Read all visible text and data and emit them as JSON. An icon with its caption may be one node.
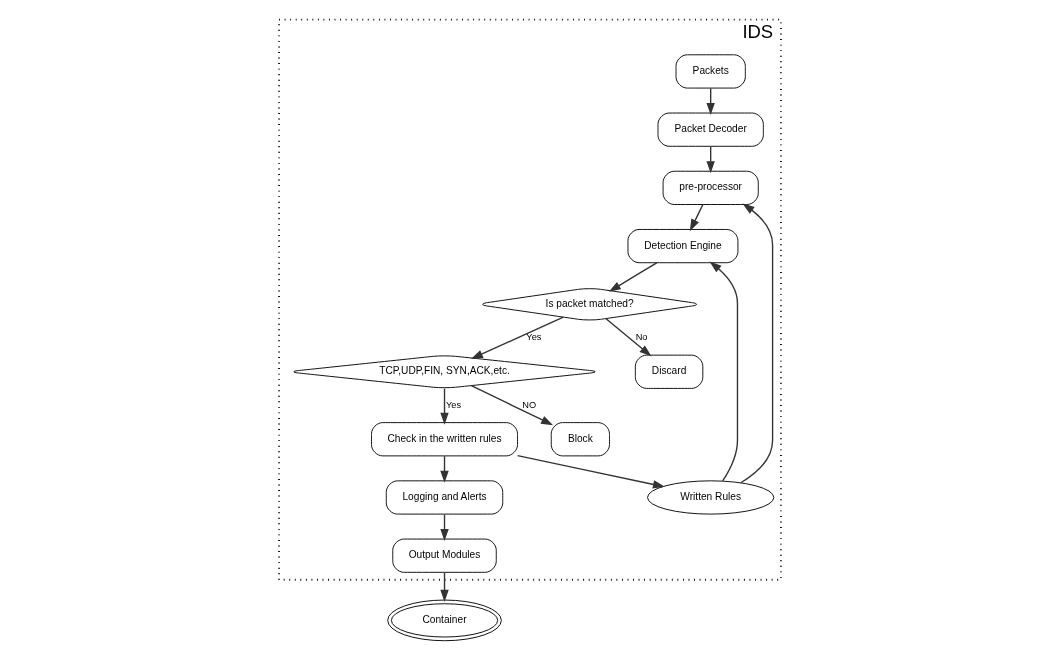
{
  "diagram": {
    "nodes": [
      {
        "text": [
          "IDS"
        ]
      },
      {
        "text": [
          "Packets"
        ],
        "in": 0
      },
      {
        "text": [
          "Packet Decoder"
        ],
        "in": 0
      },
      {
        "text": [
          "pre-processor"
        ],
        "in": 0
      },
      {
        "text": [
          "Detection Engine"
        ],
        "in": 0
      },
      {
        "text": [
          "Written Rules"
        ],
        "in": 0
      },
      {
        "text": [
          "Is packet matched?"
        ],
        "in": 0
      },
      {
        "text": [
          "Discard"
        ],
        "in": 0
      },
      {
        "text": [
          "TCP,UDP,FIN, SYN,ACK,etc."
        ],
        "in": 0
      },
      {
        "text": [
          "Block"
        ],
        "in": 0
      },
      {
        "text": [
          "Check in the written rules"
        ],
        "in": 0
      },
      {
        "text": [
          "Logging and Alerts"
        ],
        "in": 0
      },
      {
        "text": [
          "Output Modules"
        ],
        "in": 0
      },
      {
        "text": [
          "Container"
        ]
      }
    ],
    "edges": [
      {
        "from": 1,
        "to": 2,
        "arrow": "to"
      },
      {
        "from": 2,
        "to": 3,
        "arrow": "to"
      },
      {
        "from": 3,
        "to": 4,
        "arrow": "to"
      },
      {
        "from": 5,
        "to": 3,
        "arrow": "to"
      },
      {
        "from": 5,
        "to": 4,
        "arrow": "to"
      },
      {
        "from": 4,
        "to": 6,
        "arrow": "to"
      },
      {
        "from": 6,
        "to": 7,
        "arrow": "to",
        "label": "No"
      },
      {
        "from": 6,
        "to": 8,
        "arrow": "to",
        "label": "Yes"
      },
      {
        "from": 8,
        "to": 9,
        "arrow": "to",
        "label": "NO"
      },
      {
        "from": 8,
        "to": 10,
        "arrow": "to",
        "label": "Yes"
      },
      {
        "from": 10,
        "to": 5,
        "arrow": "to"
      },
      {
        "from": 10,
        "to": 11,
        "arrow": "to"
      },
      {
        "from": 11,
        "to": 12,
        "arrow": "to"
      },
      {
        "from": 12,
        "to": 13,
        "arrow": "to"
      }
    ]
  }
}
